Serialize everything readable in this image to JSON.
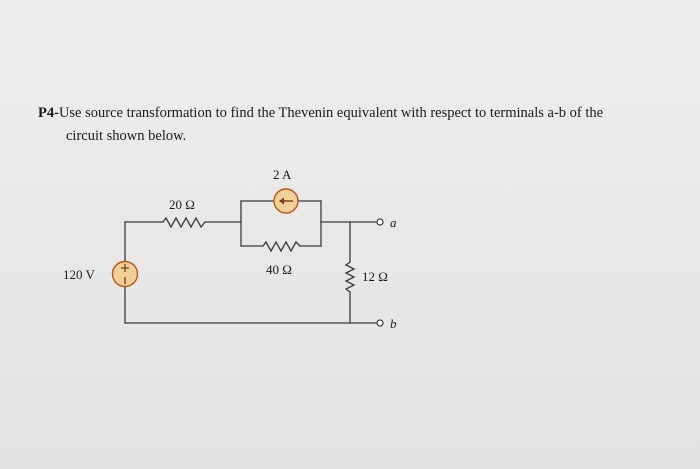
{
  "problem": {
    "number": "P4-",
    "line1": "Use source transformation to find the Thevenin equivalent with respect to terminals a-b of the",
    "line2": "circuit shown below."
  },
  "circuit": {
    "current_source_label": "2 A",
    "voltage_source_label": "120 V",
    "r1_label": "20 Ω",
    "r2_label": "40 Ω",
    "r3_label": "12 Ω",
    "terminal_a": "a",
    "terminal_b": "b",
    "source_fill": "#f1cf98",
    "source_stroke": "#b4571b",
    "wire_color": "#3a3a3a"
  }
}
